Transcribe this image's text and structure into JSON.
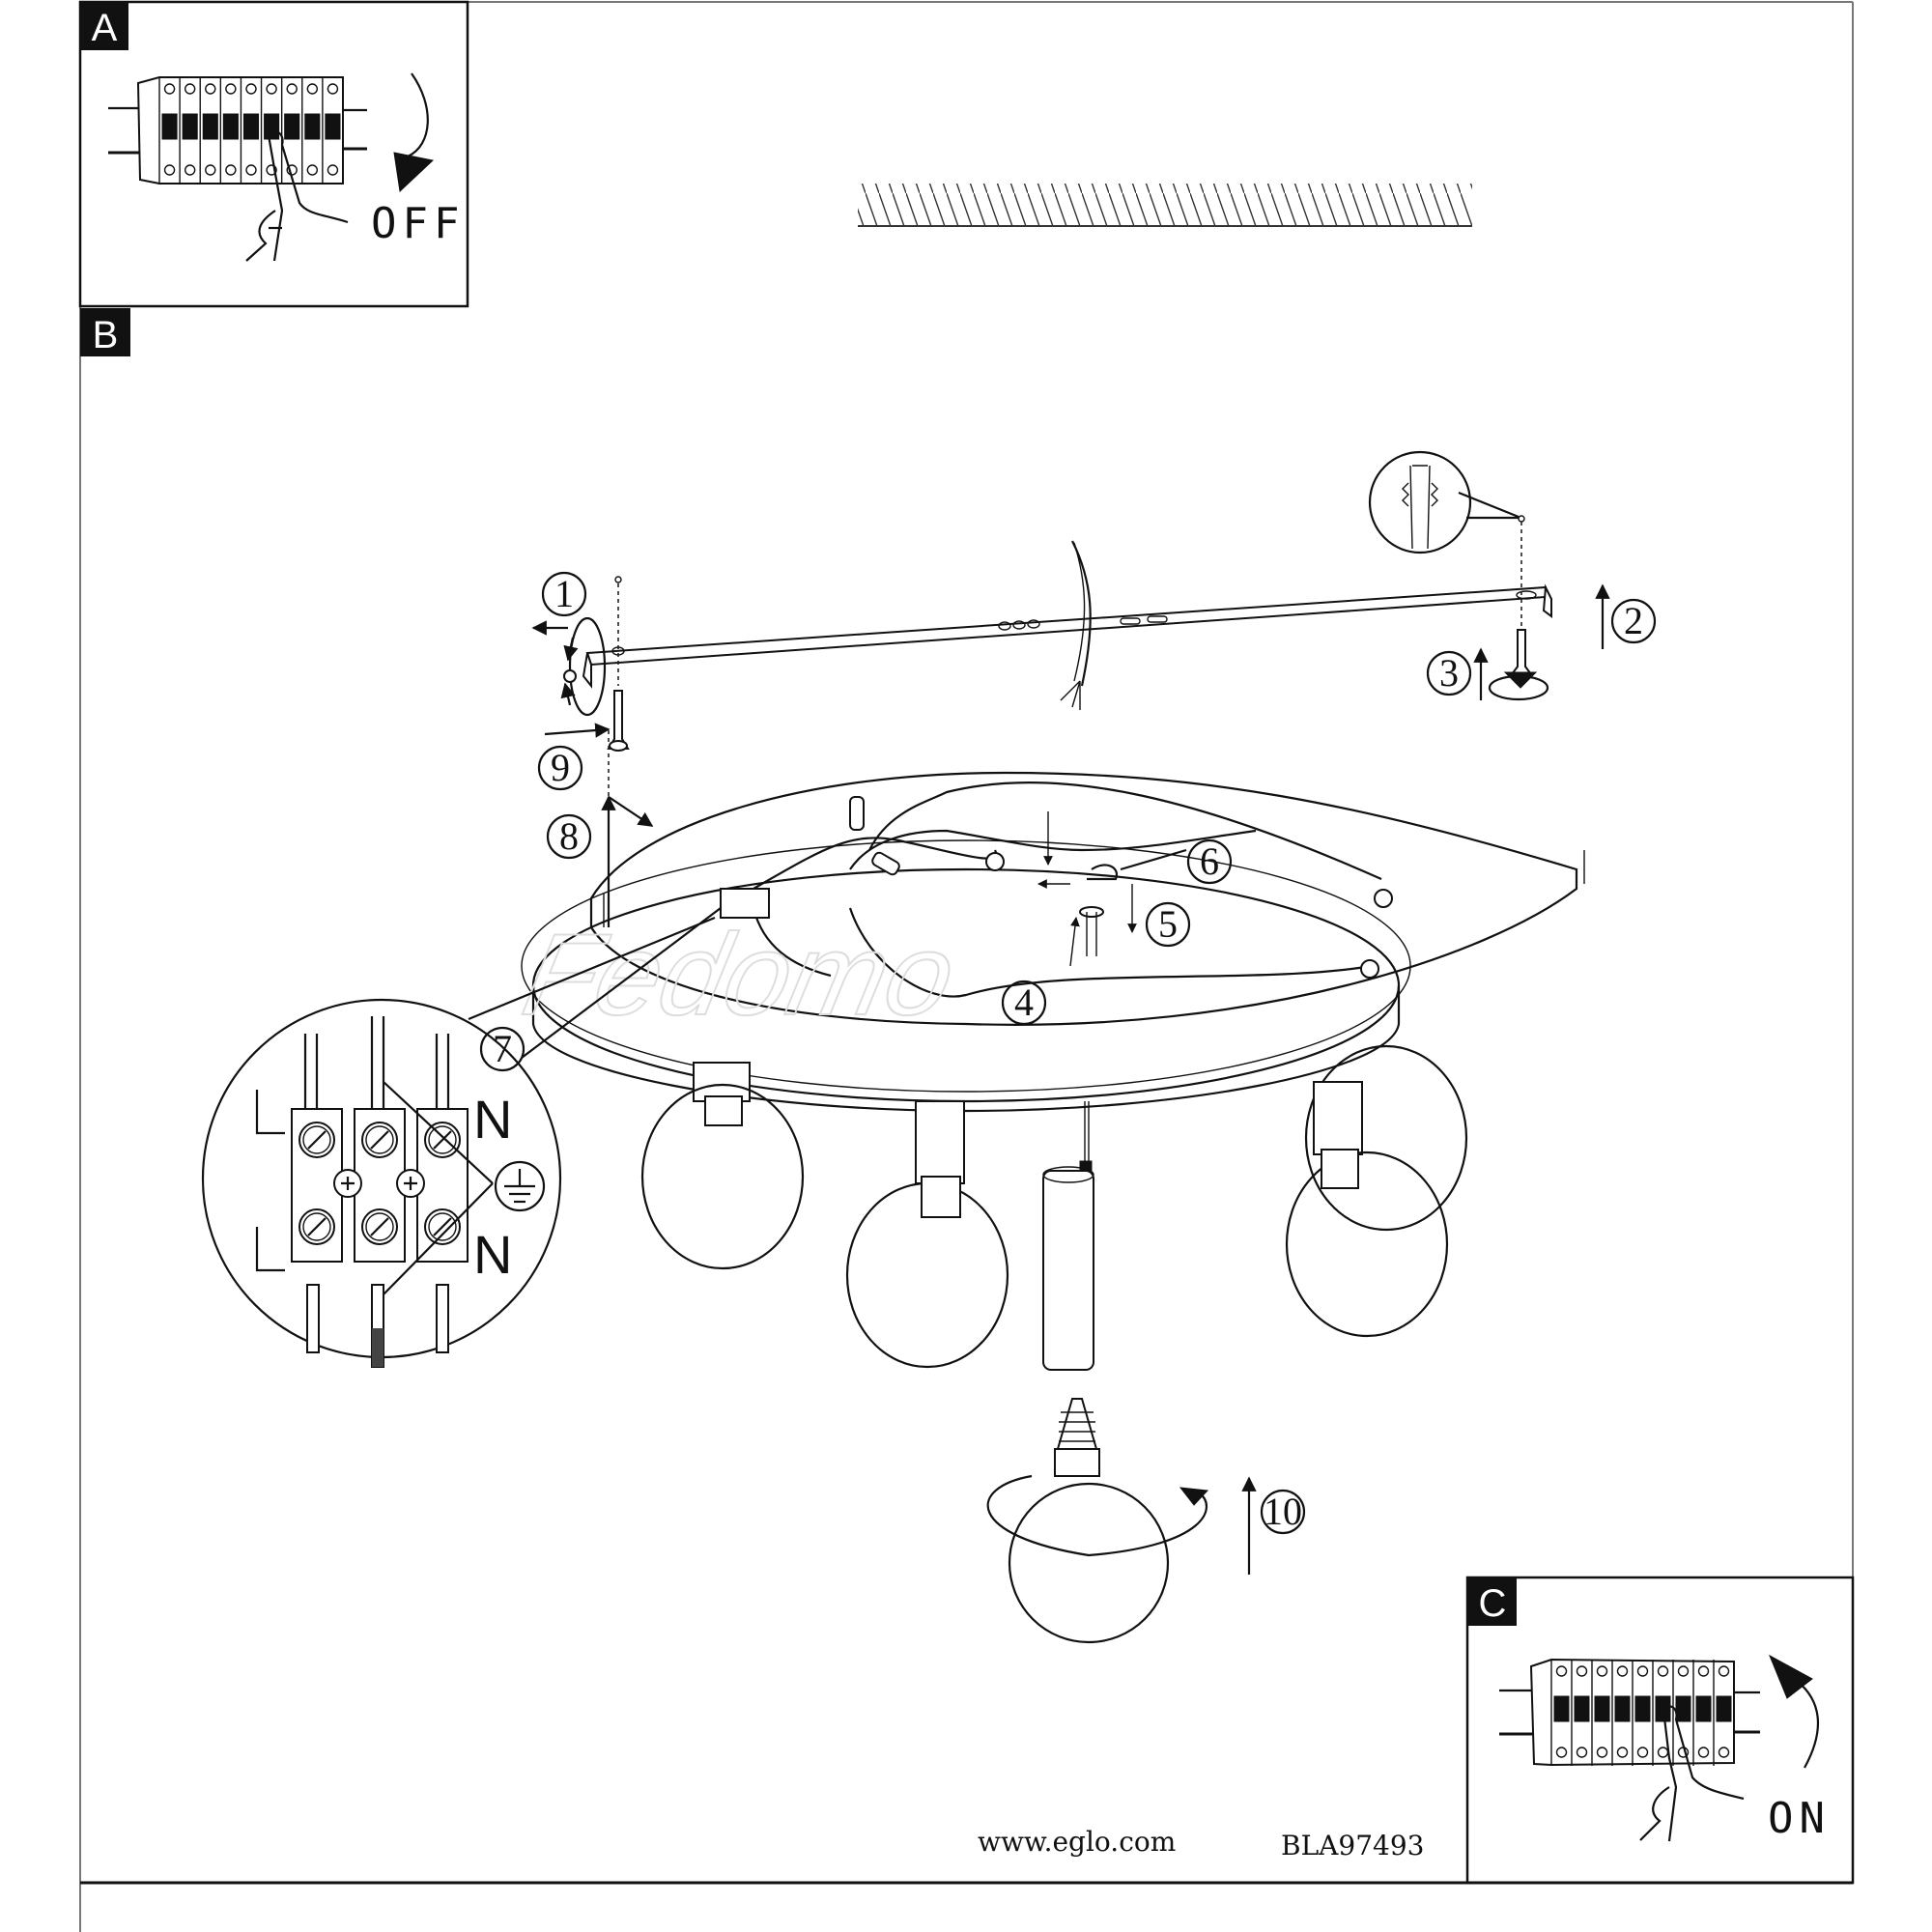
{
  "document": {
    "type": "lamp mounting instructions",
    "panels": [
      {
        "id": "A",
        "label": "A",
        "caption": "OFF",
        "description": "switch off circuit breaker"
      },
      {
        "id": "B",
        "label": "B",
        "description": "ceiling lamp assembly"
      },
      {
        "id": "C",
        "label": "C",
        "caption": "ON",
        "description": "switch on circuit breaker"
      }
    ],
    "steps": [
      "1",
      "2",
      "3",
      "4",
      "5",
      "6",
      "7",
      "8",
      "9",
      "10"
    ],
    "wiring_detail": {
      "step": "7",
      "labels": {
        "live_top": "L",
        "live_bottom": "L",
        "neutral_top": "N",
        "neutral_bottom": "N"
      },
      "earth_symbol": "earth-ground-icon"
    },
    "watermark": "Fedomo",
    "footer": {
      "website": "www.eglo.com",
      "doc_code": "BLA97493"
    },
    "colors": {
      "ink": "#111111",
      "frame": "#777777",
      "paper": "#ffffff"
    }
  }
}
